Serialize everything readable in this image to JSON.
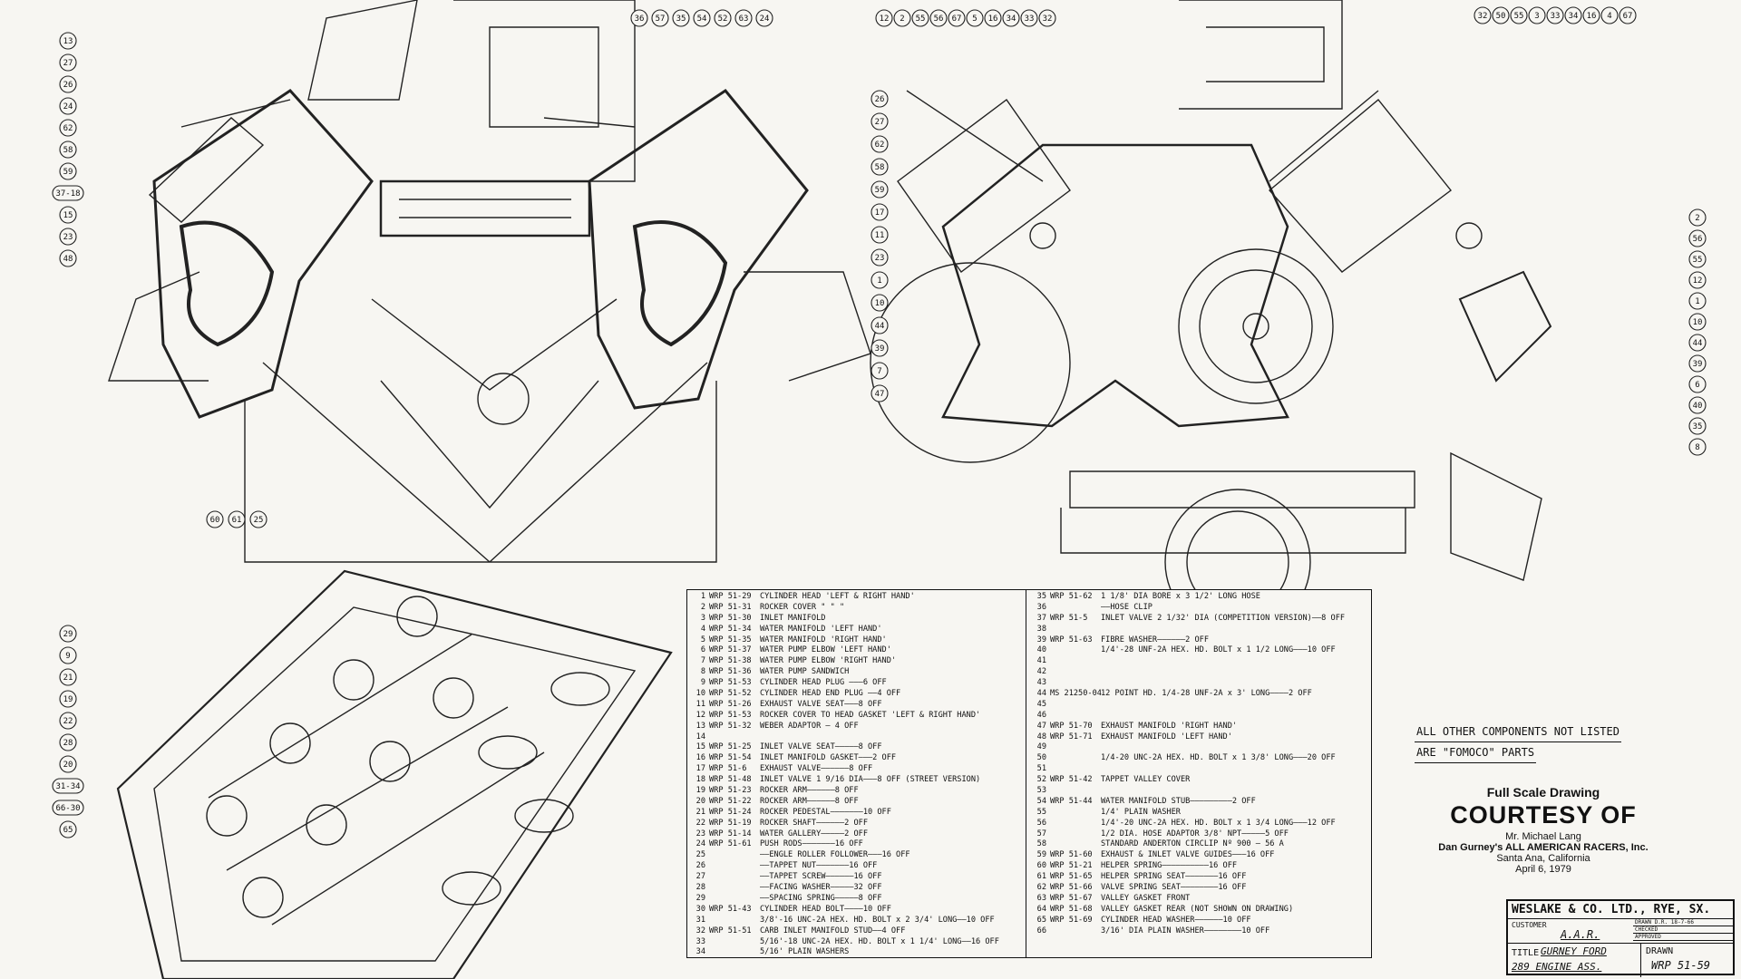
{
  "callouts": {
    "top_left": [
      "36",
      "57",
      "35",
      "54",
      "52",
      "63",
      "24"
    ],
    "top_center": [
      "12",
      "2",
      "55",
      "56",
      "67",
      "5",
      "16",
      "34",
      "33",
      "32"
    ],
    "top_right": [
      "32",
      "50",
      "55",
      "3",
      "33",
      "34",
      "16",
      "4",
      "67"
    ],
    "left_column": [
      "13",
      "27",
      "26",
      "24",
      "62",
      "58",
      "59",
      "37-18",
      "15",
      "23",
      "48"
    ],
    "left_bottom": [
      "60",
      "61",
      "25"
    ],
    "center_column": [
      "26",
      "27",
      "62",
      "58",
      "59",
      "17",
      "11",
      "23",
      "1",
      "10",
      "44",
      "39",
      "7",
      "47"
    ],
    "right_column": [
      "2",
      "56",
      "55",
      "12",
      "1",
      "10",
      "44",
      "39",
      "6",
      "40",
      "35",
      "8"
    ],
    "lower_left_column": [
      "29",
      "9",
      "21",
      "19",
      "22",
      "28",
      "20",
      "31-34",
      "66-30",
      "65"
    ]
  },
  "parts_left": [
    {
      "no": "1",
      "ref": "WRP 51-29",
      "desc": "CYLINDER HEAD 'LEFT & RIGHT HAND'"
    },
    {
      "no": "2",
      "ref": "WRP 51-31",
      "desc": "ROCKER COVER  \"     \"     \""
    },
    {
      "no": "3",
      "ref": "WRP 51-30",
      "desc": "INLET MANIFOLD"
    },
    {
      "no": "4",
      "ref": "WRP 51-34",
      "desc": "WATER MANIFOLD 'LEFT HAND'"
    },
    {
      "no": "5",
      "ref": "WRP 51-35",
      "desc": "WATER MANIFOLD 'RIGHT HAND'"
    },
    {
      "no": "6",
      "ref": "WRP 51-37",
      "desc": "WATER PUMP ELBOW 'LEFT HAND'"
    },
    {
      "no": "7",
      "ref": "WRP 51-38",
      "desc": "WATER PUMP ELBOW 'RIGHT HAND'"
    },
    {
      "no": "8",
      "ref": "WRP 51-36",
      "desc": "WATER PUMP SANDWICH"
    },
    {
      "no": "9",
      "ref": "WRP 51-53",
      "desc": "CYLINDER HEAD PLUG ———6  OFF"
    },
    {
      "no": "10",
      "ref": "WRP 51-52",
      "desc": "CYLINDER HEAD END PLUG ——4  OFF"
    },
    {
      "no": "11",
      "ref": "WRP 51-26",
      "desc": "EXHAUST VALVE SEAT———8  OFF"
    },
    {
      "no": "12",
      "ref": "WRP 51-53",
      "desc": "ROCKER COVER TO HEAD GASKET 'LEFT & RIGHT HAND'"
    },
    {
      "no": "13",
      "ref": "WRP 51-32",
      "desc": "WEBER ADAPTOR – 4 OFF"
    },
    {
      "no": "14",
      "ref": "",
      "desc": ""
    },
    {
      "no": "15",
      "ref": "WRP 51-25",
      "desc": "INLET VALVE SEAT—————8  OFF"
    },
    {
      "no": "16",
      "ref": "WRP 51-54",
      "desc": "INLET MANIFOLD GASKET———2  OFF"
    },
    {
      "no": "17",
      "ref": "WRP 51-6",
      "desc": "EXHAUST VALVE——————8  OFF"
    },
    {
      "no": "18",
      "ref": "WRP 51-48",
      "desc": "INLET VALVE  1 9/16 DIA———8  OFF (STREET VERSION)"
    },
    {
      "no": "19",
      "ref": "WRP 51-23",
      "desc": "ROCKER ARM——————8  OFF"
    },
    {
      "no": "20",
      "ref": "WRP 51-22",
      "desc": "ROCKER ARM——————8  OFF"
    },
    {
      "no": "21",
      "ref": "WRP 51-24",
      "desc": "ROCKER PEDESTAL———————10 OFF"
    },
    {
      "no": "22",
      "ref": "WRP 51-19",
      "desc": "ROCKER SHAFT——————2  OFF"
    },
    {
      "no": "23",
      "ref": "WRP 51-14",
      "desc": "WATER GALLERY—————2  OFF"
    },
    {
      "no": "24",
      "ref": "WRP 51-61",
      "desc": "PUSH RODS———————16 OFF"
    },
    {
      "no": "25",
      "ref": "",
      "desc": "——ENGLE ROLLER FOLLOWER———16 OFF"
    },
    {
      "no": "26",
      "ref": "",
      "desc": "——TAPPET NUT———————16 OFF"
    },
    {
      "no": "27",
      "ref": "",
      "desc": "——TAPPET SCREW——————16 OFF"
    },
    {
      "no": "28",
      "ref": "",
      "desc": "——FACING WASHER—————32 OFF"
    },
    {
      "no": "29",
      "ref": "",
      "desc": "——SPACING SPRING—————8  OFF"
    },
    {
      "no": "30",
      "ref": "WRP 51-43",
      "desc": "CYLINDER HEAD BOLT————10 OFF"
    },
    {
      "no": "31",
      "ref": "",
      "desc": "3/8'-16 UNC-2A HEX. HD. BOLT x 2 3/4' LONG——10 OFF"
    },
    {
      "no": "32",
      "ref": "WRP 51-51",
      "desc": "CARB INLET MANIFOLD STUD——4  OFF"
    },
    {
      "no": "33",
      "ref": "",
      "desc": "5/16'-18 UNC-2A HEX. HD. BOLT x 1 1/4' LONG——16 OFF"
    },
    {
      "no": "34",
      "ref": "",
      "desc": "5/16' PLAIN WASHERS"
    }
  ],
  "parts_right": [
    {
      "no": "35",
      "ref": "WRP 51-62",
      "desc": "1 1/8' DIA BORE x 3 1/2' LONG HOSE"
    },
    {
      "no": "36",
      "ref": "",
      "desc": "——HOSE CLIP"
    },
    {
      "no": "37",
      "ref": "WRP 51-5",
      "desc": "INLET VALVE  2 1/32' DIA (COMPETITION VERSION)——8  OFF"
    },
    {
      "no": "38",
      "ref": "",
      "desc": ""
    },
    {
      "no": "39",
      "ref": "WRP 51-63",
      "desc": "FIBRE WASHER——————2  OFF"
    },
    {
      "no": "40",
      "ref": "",
      "desc": "1/4'-28 UNF-2A HEX. HD. BOLT x 1 1/2 LONG———10 OFF"
    },
    {
      "no": "41",
      "ref": "",
      "desc": ""
    },
    {
      "no": "42",
      "ref": "",
      "desc": ""
    },
    {
      "no": "43",
      "ref": "",
      "desc": ""
    },
    {
      "no": "44",
      "ref": "MS 21250-04",
      "desc": "12 POINT HD. 1/4-28 UNF-2A x 3' LONG————2  OFF"
    },
    {
      "no": "45",
      "ref": "",
      "desc": ""
    },
    {
      "no": "46",
      "ref": "",
      "desc": ""
    },
    {
      "no": "47",
      "ref": "WRP 51-70",
      "desc": "EXHAUST MANIFOLD  'RIGHT HAND'"
    },
    {
      "no": "48",
      "ref": "WRP 51-71",
      "desc": "EXHAUST MANIFOLD  'LEFT HAND'"
    },
    {
      "no": "49",
      "ref": "",
      "desc": ""
    },
    {
      "no": "50",
      "ref": "",
      "desc": "1/4-20 UNC-2A HEX. HD. BOLT x 1 3/8' LONG———20 OFF"
    },
    {
      "no": "51",
      "ref": "",
      "desc": ""
    },
    {
      "no": "52",
      "ref": "WRP 51-42",
      "desc": "TAPPET VALLEY COVER"
    },
    {
      "no": "53",
      "ref": "",
      "desc": ""
    },
    {
      "no": "54",
      "ref": "WRP 51-44",
      "desc": "WATER MANIFOLD STUB—————————2  OFF"
    },
    {
      "no": "55",
      "ref": "",
      "desc": "1/4' PLAIN WASHER"
    },
    {
      "no": "56",
      "ref": "",
      "desc": "1/4'-20 UNC-2A HEX. HD. BOLT x 1 3/4 LONG———12 OFF"
    },
    {
      "no": "57",
      "ref": "",
      "desc": "1/2 DIA. HOSE ADAPTOR 3/8' NPT—————5  OFF"
    },
    {
      "no": "58",
      "ref": "",
      "desc": "STANDARD ANDERTON CIRCLIP Nº 900 – 56 A"
    },
    {
      "no": "59",
      "ref": "WRP 51-60",
      "desc": "EXHAUST & INLET VALVE GUIDES———16 OFF"
    },
    {
      "no": "60",
      "ref": "WRP 51-21",
      "desc": "HELPER SPRING——————————16 OFF"
    },
    {
      "no": "61",
      "ref": "WRP 51-65",
      "desc": "HELPER SPRING SEAT———————16 OFF"
    },
    {
      "no": "62",
      "ref": "WRP 51-66",
      "desc": "VALVE SPRING SEAT————————16 OFF"
    },
    {
      "no": "63",
      "ref": "WRP 51-67",
      "desc": "VALLEY GASKET FRONT"
    },
    {
      "no": "64",
      "ref": "WRP 51-68",
      "desc": "VALLEY GASKET REAR (NOT SHOWN ON DRAWING)"
    },
    {
      "no": "65",
      "ref": "WRP 51-69",
      "desc": "CYLINDER HEAD WASHER——————10 OFF"
    },
    {
      "no": "66",
      "ref": "",
      "desc": "3/16' DIA PLAIN WASHER————————10 OFF"
    }
  ],
  "notes": {
    "line1": "ALL OTHER COMPONENTS NOT LISTED",
    "line2": "ARE \"FOMOCO\" PARTS"
  },
  "courtesy": {
    "line1": "Full Scale Drawing",
    "line2": "COURTESY OF",
    "line3": "Mr. Michael Lang",
    "line4": "Dan Gurney's ALL AMERICAN RACERS, Inc.",
    "line5": "Santa Ana, California",
    "line6": "April 6, 1979"
  },
  "title_block": {
    "company": "WESLAKE & CO. LTD., RYE, SX.",
    "customer_label": "CUSTOMER",
    "customer": "A.A.R.",
    "drawn_label": "DRAWN",
    "drawn_value": "D.R. 18-7-66",
    "checked_label": "CHECKED",
    "approved_label": "APPROVED",
    "title_label": "TITLE",
    "title_line1": "GURNEY FORD",
    "title_line2": "289 ENGINE ASS.",
    "drawing_label": "DRAWN",
    "drawing_no": "WRP 51-59"
  }
}
